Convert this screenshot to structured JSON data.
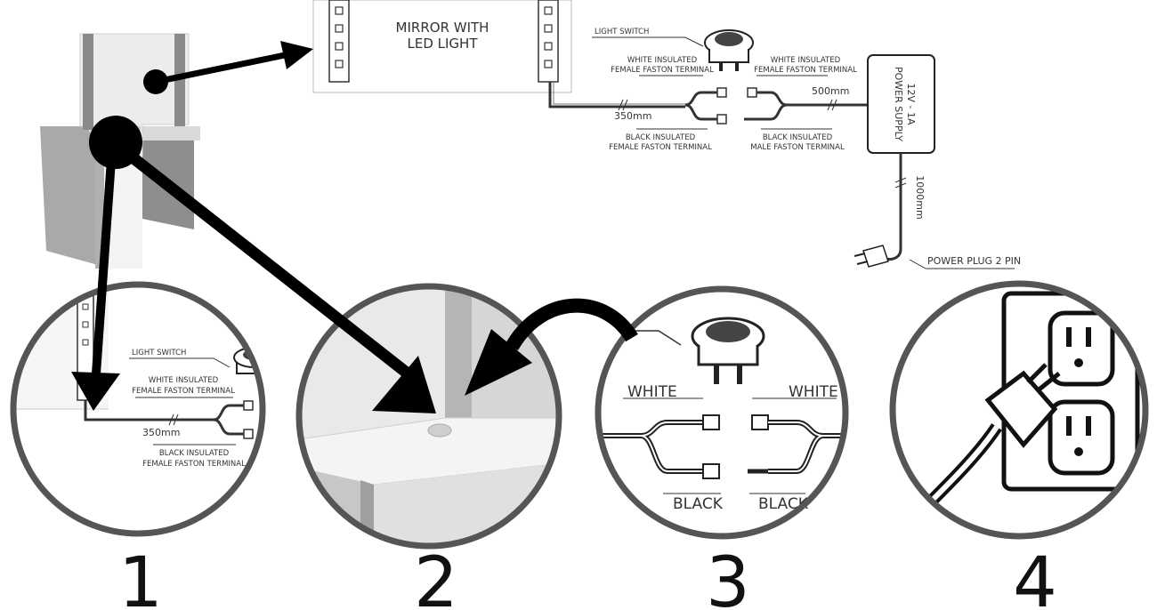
{
  "diagram": {
    "top": {
      "mirror_label_line1": "MIRROR WITH",
      "mirror_label_line2": "LED LIGHT",
      "light_switch": "LIGHT SWITCH",
      "white_female_line1": "WHITE INSULATED",
      "white_female_line2": "FEMALE FASTON TERMINAL",
      "black_female_line1": "BLACK INSULATED",
      "black_female_line2": "FEMALE FASTON TERMINAL",
      "white_female2_line1": "WHITE INSULATED",
      "white_female2_line2": "FEMALE FASTON TERMINAL",
      "black_male_line1": "BLACK INSULATED",
      "black_male_line2": "MALE FASTON TERMINAL",
      "len_350": "350mm",
      "len_500": "500mm",
      "len_1000": "1000mm",
      "psu_line1": "12V - 1A",
      "psu_line2": "POWER SUPPLY",
      "power_plug": "POWER PLUG 2 PIN"
    },
    "circle1": {
      "light_switch": "LIGHT SWITCH",
      "white_line1": "WHITE INSULATED",
      "white_line2": "FEMALE FASTON TERMINAL",
      "len": "350mm",
      "black_line1": "BLACK INSULATED",
      "black_line2": "FEMALE FASTON TERMINAL"
    },
    "circle3": {
      "white_left": "WHITE",
      "white_right": "WHITE",
      "black_left": "BLACK",
      "black_right": "BLACK"
    },
    "steps": [
      "1",
      "2",
      "3",
      "4"
    ]
  },
  "colors": {
    "ring": "#555555",
    "arrow": "#000000",
    "cabinet_light": "#e6e6e6",
    "cabinet_dark": "#bdbdbd"
  }
}
